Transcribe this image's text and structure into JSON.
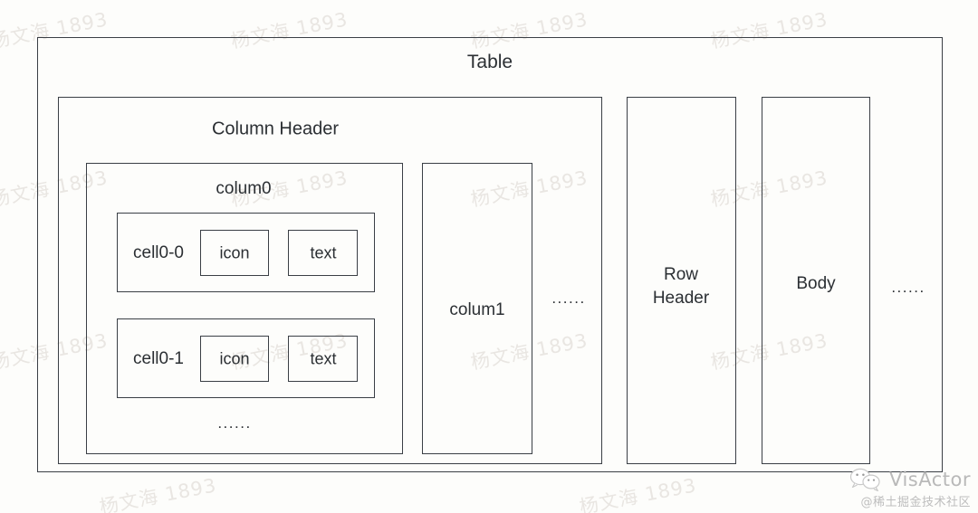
{
  "diagram": {
    "title": "Table",
    "nodes": {
      "table": "Table",
      "column_header": "Column Header",
      "colum0": "colum0",
      "colum1": "colum1",
      "row_header": "Row Header",
      "row_header_line1": "Row",
      "row_header_line2": "Header",
      "body": "Body"
    },
    "cells": [
      {
        "label": "cell0-0",
        "parts": [
          "icon",
          "text"
        ]
      },
      {
        "label": "cell0-1",
        "parts": [
          "icon",
          "text"
        ]
      }
    ],
    "ellipsis": {
      "cells_more": "......",
      "columns_more": "......",
      "sections_more": "......"
    },
    "colors": {
      "stroke": "#3a3f45",
      "text": "#2b2f33",
      "background": "#fdfdfb",
      "watermark": "#e9e6e2"
    }
  },
  "watermark": {
    "text": "杨文海 1893"
  },
  "brand": {
    "name": "VisActor",
    "subtitle": "@稀土掘金技术社区",
    "icon": "wechat-icon"
  }
}
